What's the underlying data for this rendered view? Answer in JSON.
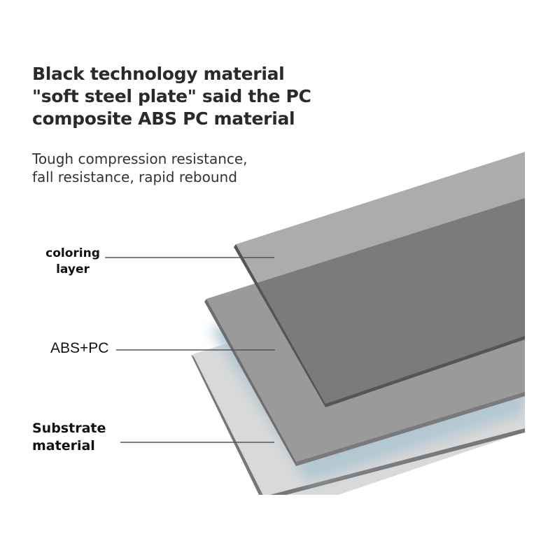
{
  "title": {
    "lines": [
      "Black technology material",
      "\"soft steel plate\" said the PC",
      "composite ABS PC material"
    ]
  },
  "subtitle": {
    "lines": [
      "Tough compression resistance,",
      "fall resistance, rapid rebound"
    ]
  },
  "layers": [
    {
      "label_lines": [
        "coloring",
        "layer"
      ]
    },
    {
      "label_lines": [
        "ABS+PC"
      ]
    },
    {
      "label_lines": [
        "Substrate",
        "material"
      ]
    }
  ],
  "colors": {
    "top_plate": "#acacac",
    "overlap": "#7b7b7b",
    "middle_plate": "#9a9a9a",
    "bottom_plate": "#d9d9d9",
    "glow": "#aec6d2",
    "leader": "#555555"
  }
}
